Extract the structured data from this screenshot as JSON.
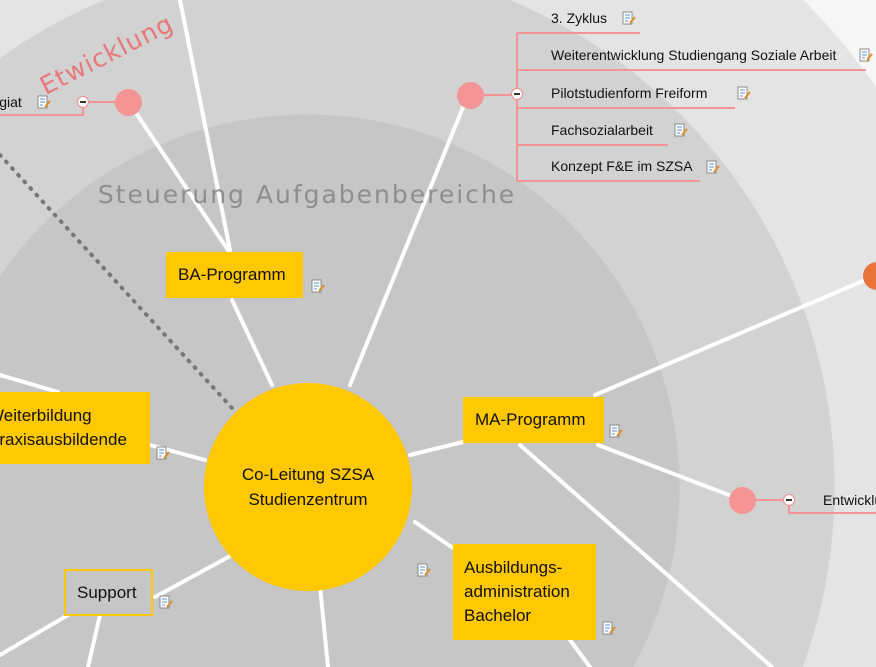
{
  "rings": {
    "inner_label": "Steuerung Aufgabenbereiche",
    "outer_label": "Etwicklung"
  },
  "center": {
    "line1": "Co-Leitung SZSA",
    "line2": "Studienzentrum"
  },
  "nodes": {
    "ba": "BA-Programm",
    "ma": "MA-Programm",
    "weiterbildung_1": "Weiterbildung",
    "weiterbildung_2": "Praxisausbildende",
    "support": "Support",
    "ausbildung_1": "Ausbildungs-",
    "ausbildung_2": "administration",
    "ausbildung_3": "Bachelor"
  },
  "top_branch": {
    "items": [
      "3. Zyklus",
      "Weiterentwicklung Studiengang Soziale Arbeit",
      "Pilotstudienform Freiform",
      "Fachsozialarbeit",
      "Konzept F&E im SZSA"
    ]
  },
  "left_branch": {
    "item": "Plagiat"
  },
  "right_branch": {
    "item": "Entwicklung"
  },
  "colors": {
    "yellow": "#ffc800",
    "pink": "#f59494",
    "orange": "#e8743b",
    "ring_inner": "#c6c6c6",
    "ring_mid": "#d2d2d2",
    "ring_outer": "#e4e4e4"
  },
  "icons": {
    "note": "note-edit-icon",
    "collapse": "minus-circle-icon"
  }
}
